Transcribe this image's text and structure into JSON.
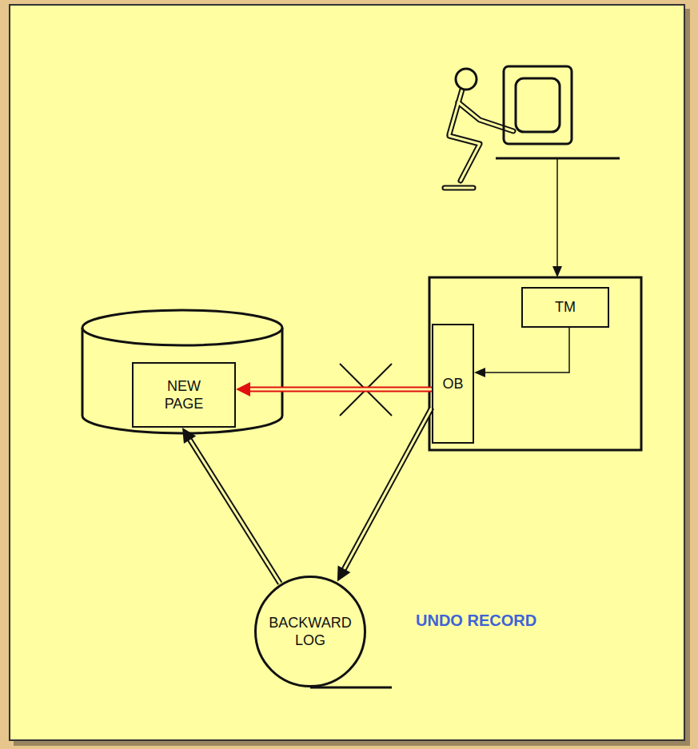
{
  "diagram": {
    "nodes": [
      {
        "text": [
          "TM"
        ]
      },
      {
        "text": [
          "OB"
        ]
      },
      {
        "text": [
          "NEW PAGE"
        ]
      },
      {
        "text": [
          "BACKWARD LOG"
        ]
      }
    ],
    "edges": [
      {
        "from": 0,
        "to": 1,
        "arrow": "to"
      },
      {
        "from": 1,
        "to": 2,
        "arrow": "to"
      },
      {
        "from": 1,
        "to": 3,
        "arrow": "to"
      },
      {
        "from": 3,
        "to": 2,
        "arrow": "to"
      }
    ],
    "labels": [
      "UNDO RECORD"
    ]
  }
}
